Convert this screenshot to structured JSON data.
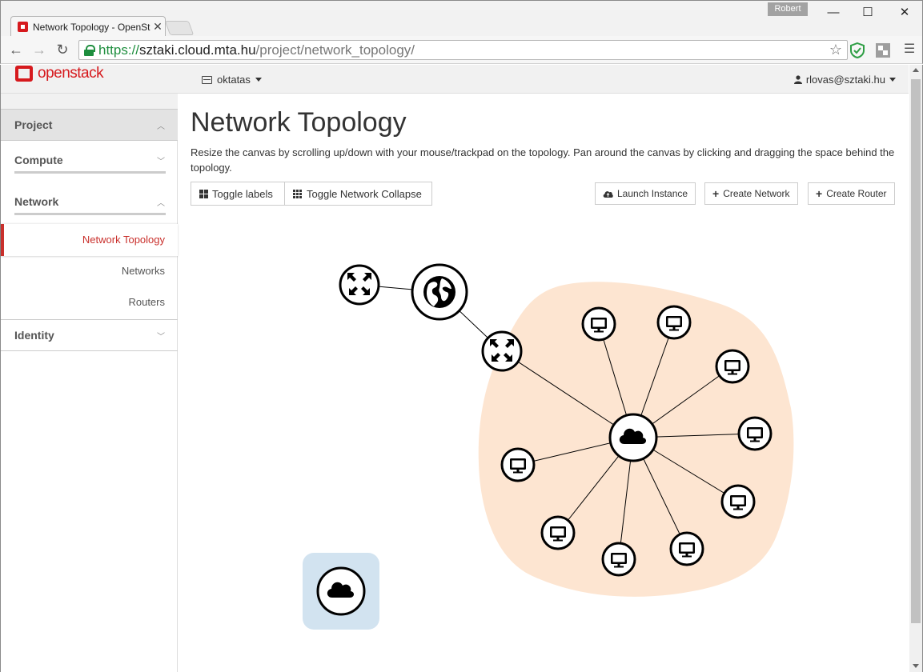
{
  "browser": {
    "tab_title": "Network Topology - OpenStack",
    "profile": "Robert",
    "url_scheme": "https://",
    "url_host": "sztaki.cloud.mta.hu",
    "url_path": "/project/network_topology/"
  },
  "navbar": {
    "logo": "openstack",
    "project": "oktatas",
    "user": "rlovas@sztaki.hu"
  },
  "sidebar": {
    "project": "Project",
    "compute": "Compute",
    "network": "Network",
    "items": [
      "Network Topology",
      "Networks",
      "Routers"
    ],
    "identity": "Identity"
  },
  "main": {
    "title": "Network Topology",
    "help": "Resize the canvas by scrolling up/down with your mouse/trackpad on the topology. Pan around the canvas by clicking and dragging the space behind the topology.",
    "toggle_labels": "Toggle labels",
    "toggle_collapse": "Toggle Network Collapse",
    "launch_instance": "Launch Instance",
    "create_network": "Create Network",
    "create_router": "Create Router"
  },
  "colors": {
    "accent": "#d6191d",
    "active_link": "#c9302c",
    "private_network": "#fde5d1",
    "external_network": "#d2e3f0"
  },
  "icons": [
    "router-icon",
    "globe-icon",
    "cloud-icon",
    "monitor-icon"
  ]
}
